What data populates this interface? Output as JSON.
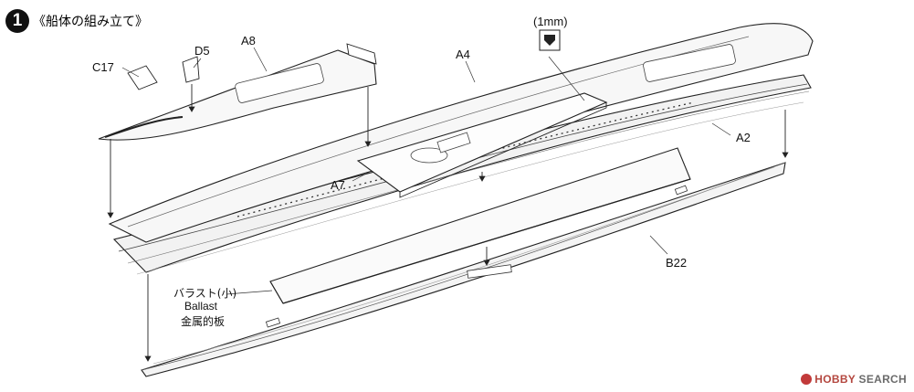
{
  "step": {
    "number": "1",
    "title": "《船体の組み立て》"
  },
  "glue_note": "(1mm)",
  "parts": {
    "c17": "C17",
    "d5": "D5",
    "a8": "A8",
    "a4": "A4",
    "a2": "A2",
    "a7": "A7",
    "b22": "B22"
  },
  "ballast": {
    "line1": "バラスト(小)",
    "line2": "Ballast",
    "line3": "金属的板"
  },
  "watermark": {
    "brand": "HOBBY",
    "suffix": "SEARCH"
  }
}
